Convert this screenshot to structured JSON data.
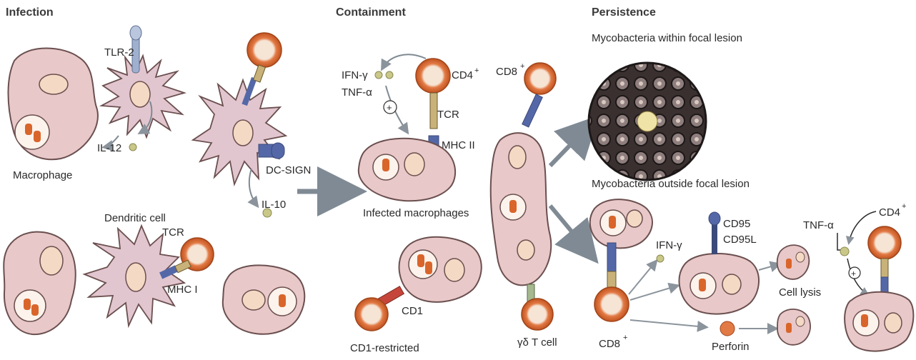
{
  "sections": {
    "infection": "Infection",
    "containment": "Containment",
    "persistence": "Persistence"
  },
  "labels": {
    "tlr2": "TLR-2",
    "il12": "IL-12",
    "macrophage": "Macrophage",
    "dc_sign": "DC-SIGN",
    "il10": "IL-10",
    "dendritic_cell": "Dendritic cell",
    "tcr_dc": "TCR",
    "mhc1": "MHC I",
    "ifn_gamma": "IFN-γ",
    "tnf_alpha": "TNF-α",
    "cd4": "CD4",
    "tcr": "TCR",
    "mhc2": "MHC II",
    "infected_macrophages": "Infected macrophages",
    "cd1": "CD1",
    "cd1_restricted": "CD1-restricted",
    "cd8_top": "CD8",
    "gamma_delta": "γδ T cell",
    "myco_within": "Mycobacteria within focal lesion",
    "myco_outside": "Mycobacteria outside focal lesion",
    "ifn_gamma_right": "IFN-γ",
    "cd95": "CD95",
    "cd95l": "CD95L",
    "cell_lysis": "Cell lysis",
    "tnf_alpha_right": "TNF-α",
    "cd4_right": "CD4",
    "cd8_bottom": "CD8",
    "perforin": "Perforin",
    "plus": "+",
    "plus_sign": "⊕"
  },
  "colors": {
    "macrophage_fill": "#e8c8c8",
    "cell_border": "#6b4f4f",
    "nucleus": "#f4d9c4",
    "vacuole": "#fbf3ec",
    "bacteria": "#d9652b",
    "tcell_ring": "#d9652b",
    "tcell_center": "#f6e4d4",
    "arrow": "#7f8a94",
    "receptor_blue": "#5468a8",
    "cytokine": "#c9c889",
    "lesion_dark": "#2b2424"
  }
}
